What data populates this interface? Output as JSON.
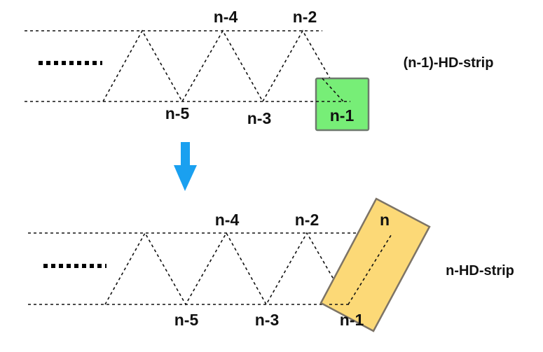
{
  "colors": {
    "green_box_fill": "#77ee77",
    "green_box_stroke": "#6e7a6e",
    "orange_box_fill": "#fcd977",
    "orange_box_stroke": "#7d7466",
    "arrow": "#1aa0f0",
    "n_label_on_orange": "#8a6a10"
  },
  "top_strip": {
    "caption": "(n-1)-HD-strip",
    "labels_top": [
      "n-4",
      "n-2"
    ],
    "labels_bottom": [
      "n-5",
      "n-3",
      "n-1"
    ]
  },
  "bottom_strip": {
    "caption": "n-HD-strip",
    "labels_top": [
      "n-4",
      "n-2",
      "n"
    ],
    "labels_bottom": [
      "n-5",
      "n-3",
      "n-1"
    ]
  },
  "arrow_icon": "down-arrow-icon"
}
